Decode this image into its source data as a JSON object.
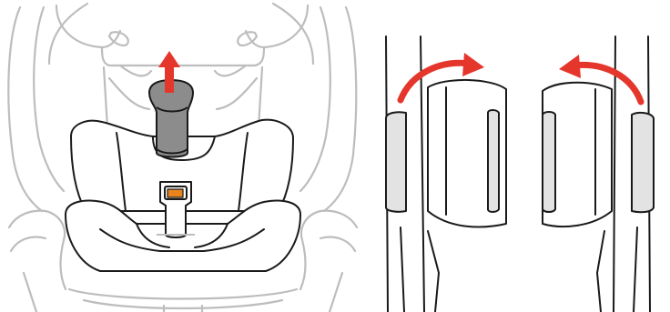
{
  "figure": {
    "panels": [
      {
        "name": "seat-insert-removal",
        "icon": "car-seat-insert"
      },
      {
        "name": "shoulder-pads-fold",
        "icon": "shoulder-pad-flip"
      }
    ],
    "colors": {
      "outline_dark": "#1a1a1a",
      "outline_light": "#bdbdbd",
      "pad_fill": "#e3e3e3",
      "buckle_fill": "#8c8c8c",
      "arrow_red": "#e5362c",
      "latch_orange": "#e8841f"
    },
    "arrows": [
      {
        "name": "pull-up-arrow",
        "direction": "up"
      },
      {
        "name": "flip-outward-left-arrow",
        "direction": "clockwise"
      },
      {
        "name": "flip-outward-right-arrow",
        "direction": "counter-clockwise"
      }
    ]
  }
}
